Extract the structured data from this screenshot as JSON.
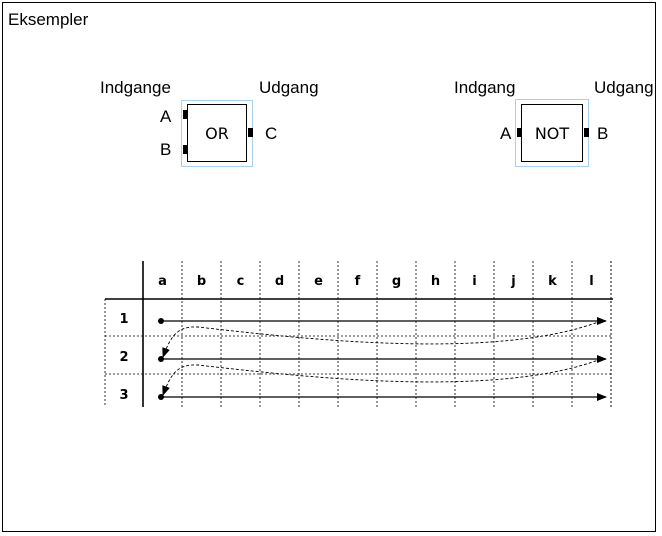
{
  "section_title": "Eksempler",
  "or_example": {
    "inputs_label": "Indgange",
    "output_label": "Udgang",
    "gate_label": "OR",
    "input_a": "A",
    "input_b": "B",
    "output_c": "C"
  },
  "not_example": {
    "input_label": "Indgang",
    "output_label": "Udgang",
    "gate_label": "NOT",
    "input_a": "A",
    "output_b": "B"
  },
  "grid": {
    "columns": [
      "a",
      "b",
      "c",
      "d",
      "e",
      "f",
      "g",
      "h",
      "i",
      "j",
      "k",
      "l"
    ],
    "rows": [
      "1",
      "2",
      "3"
    ]
  }
}
